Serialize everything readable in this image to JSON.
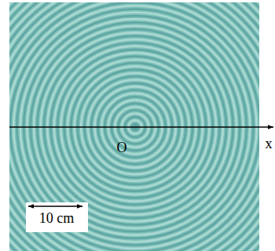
{
  "diagram": {
    "labels": [
      "O",
      "x",
      "10 cm"
    ]
  }
}
